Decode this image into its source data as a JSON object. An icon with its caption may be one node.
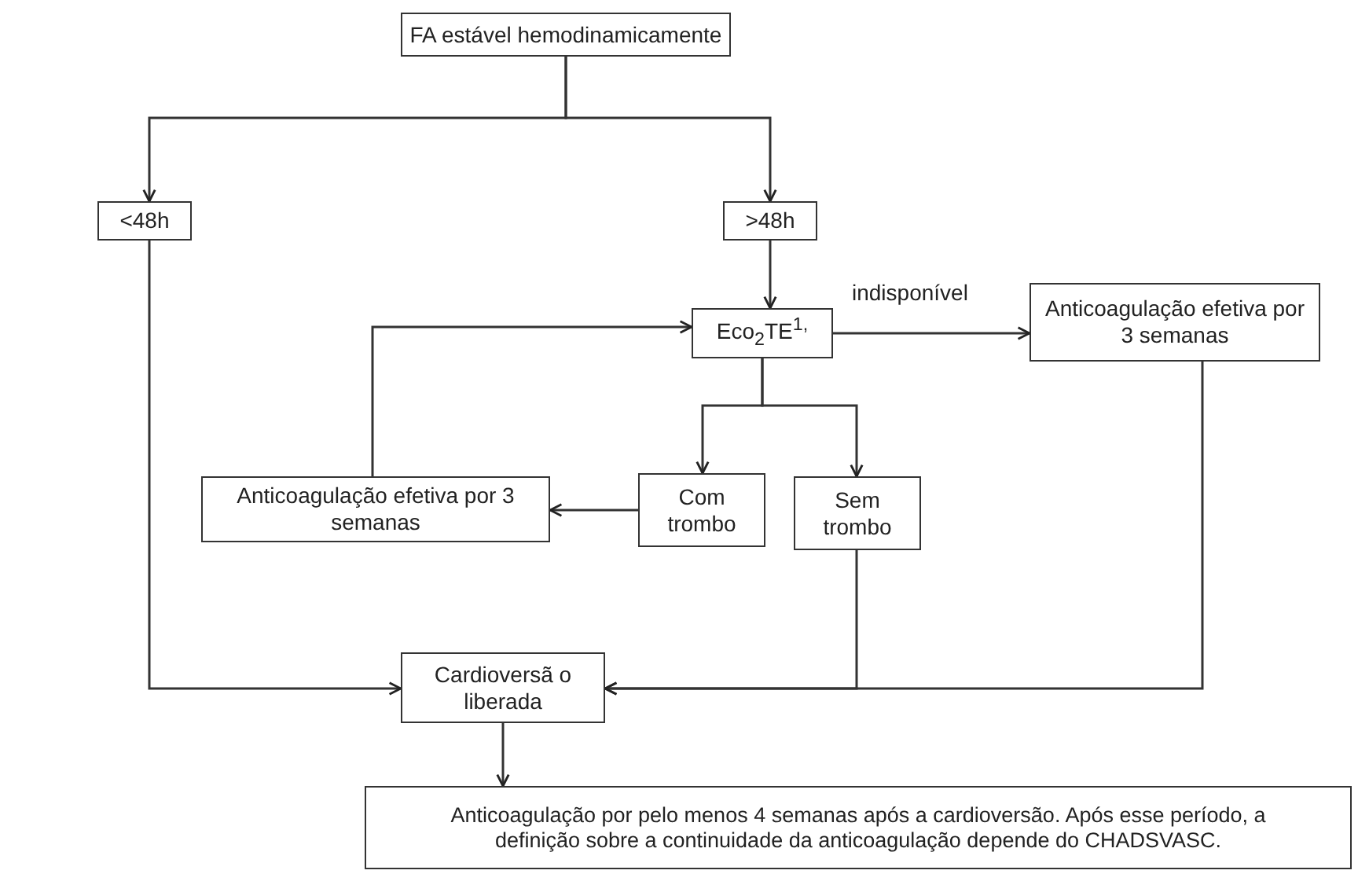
{
  "diagram": {
    "nodes": [
      {
        "text": [
          "FA estável hemodinamicamente"
        ]
      },
      {
        "text": [
          "<48h"
        ]
      },
      {
        "text": [
          ">48h"
        ]
      },
      {
        "text": [
          "Eco$_{2}$TE$^{1,}$"
        ]
      },
      {
        "text": [
          "Anticoagulação efetiva por 3 semanas"
        ]
      },
      {
        "text": [
          "Anticoagulação efetiva por 3 semanas"
        ]
      },
      {
        "text": [
          "Com trombo"
        ]
      },
      {
        "text": [
          "Sem trombo"
        ]
      },
      {
        "text": [
          "Cardioversã o liberada"
        ]
      },
      {
        "text": [
          "Anticoagulação por pelo menos 4 semanas após a cardioversão. Após esse período, a definição sobre a continuidade da anticoagulação depende do CHADSVASC."
        ]
      }
    ],
    "edges": [
      {
        "from": 0,
        "to": 1,
        "arrow": "to"
      },
      {
        "from": 0,
        "to": 2,
        "arrow": "to"
      },
      {
        "from": 2,
        "to": 3,
        "arrow": "to"
      },
      {
        "from": 3,
        "to": 4,
        "arrow": "to",
        "label": "indisponível"
      },
      {
        "from": 3,
        "to": 6,
        "arrow": "to"
      },
      {
        "from": 3,
        "to": 7,
        "arrow": "to"
      },
      {
        "from": 6,
        "to": 5,
        "arrow": "to"
      },
      {
        "from": 5,
        "to": 3,
        "arrow": "to"
      },
      {
        "from": 1,
        "to": 8,
        "arrow": "to"
      },
      {
        "from": 7,
        "to": 8,
        "arrow": "to"
      },
      {
        "from": 4,
        "to": 8,
        "arrow": "to"
      },
      {
        "from": 8,
        "to": 9,
        "arrow": "to"
      }
    ]
  }
}
